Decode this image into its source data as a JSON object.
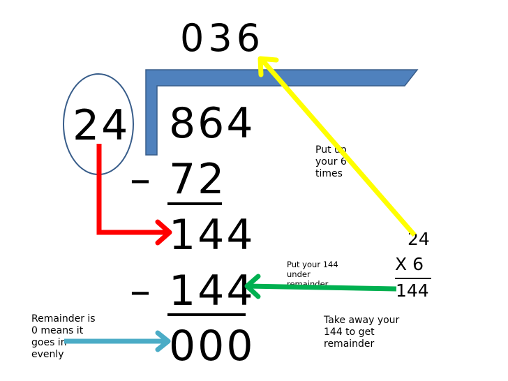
{
  "division": {
    "quotient": "036",
    "divisor": "24",
    "dividend": "864",
    "minus_sign": "–",
    "subtrahend_1": "72",
    "remainder_1": "144",
    "subtrahend_2": "144",
    "final_remainder": "000"
  },
  "side_calc": {
    "multiplicand": "24",
    "multiplier": "X 6",
    "product": "144"
  },
  "notes": {
    "put_up": "Put up your 6 times",
    "put_under": "Put your 144 under remainder",
    "take_away": "Take away your 144 to get remainder",
    "remainder_zero": "Remainder is 0 means it goes in evenly"
  },
  "colors": {
    "bracket": "#4f81bd",
    "bracket_stroke": "#385d8a",
    "circle": "#385d8a",
    "red_arrow": "#ff0000",
    "yellow_arrow": "#ffff00",
    "green_arrow": "#00b050",
    "cyan_arrow": "#4bacc6"
  }
}
